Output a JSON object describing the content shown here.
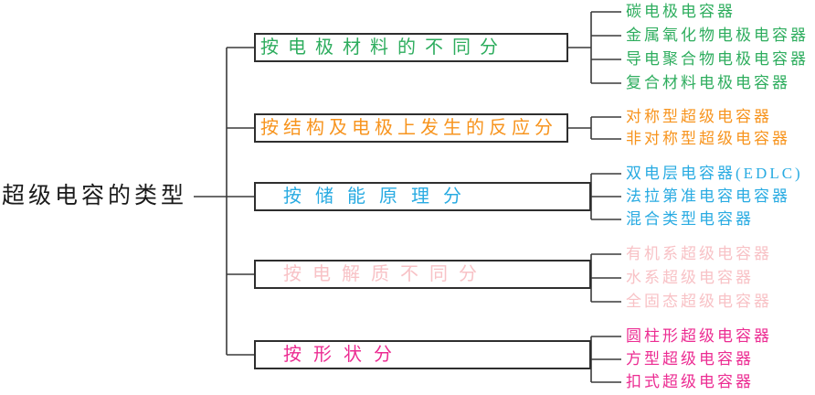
{
  "diagram": {
    "root_label": "超级电容的类型",
    "line_color": "#3a3a3a",
    "branches": [
      {
        "label": "按电极材料的不同分",
        "color": "#2EAD5E",
        "leaves": [
          "碳电极电容器",
          "金属氧化物电极电容器",
          "导电聚合物电极电容器",
          "复合材料电极电容器"
        ]
      },
      {
        "label": "按结构及电极上发生的反应分",
        "color": "#F7941E",
        "leaves": [
          "对称型超级电容器",
          "非对称型超级电容器"
        ]
      },
      {
        "label": "按储能原理分",
        "color": "#29ABE2",
        "leaves": [
          "双电层电容器(EDLC)",
          "法拉第准电容电容器",
          "混合类型电容器"
        ]
      },
      {
        "label": "按电解质不同分",
        "color": "#F8C2C6",
        "leaves": [
          "有机系超级电容器",
          "水系超级电容器",
          "全固态超级电容器"
        ]
      },
      {
        "label": "按形状分",
        "color": "#EC2C92",
        "leaves": [
          "圆柱形超级电容器",
          "方型超级电容器",
          "扣式超级电容器"
        ]
      }
    ]
  }
}
